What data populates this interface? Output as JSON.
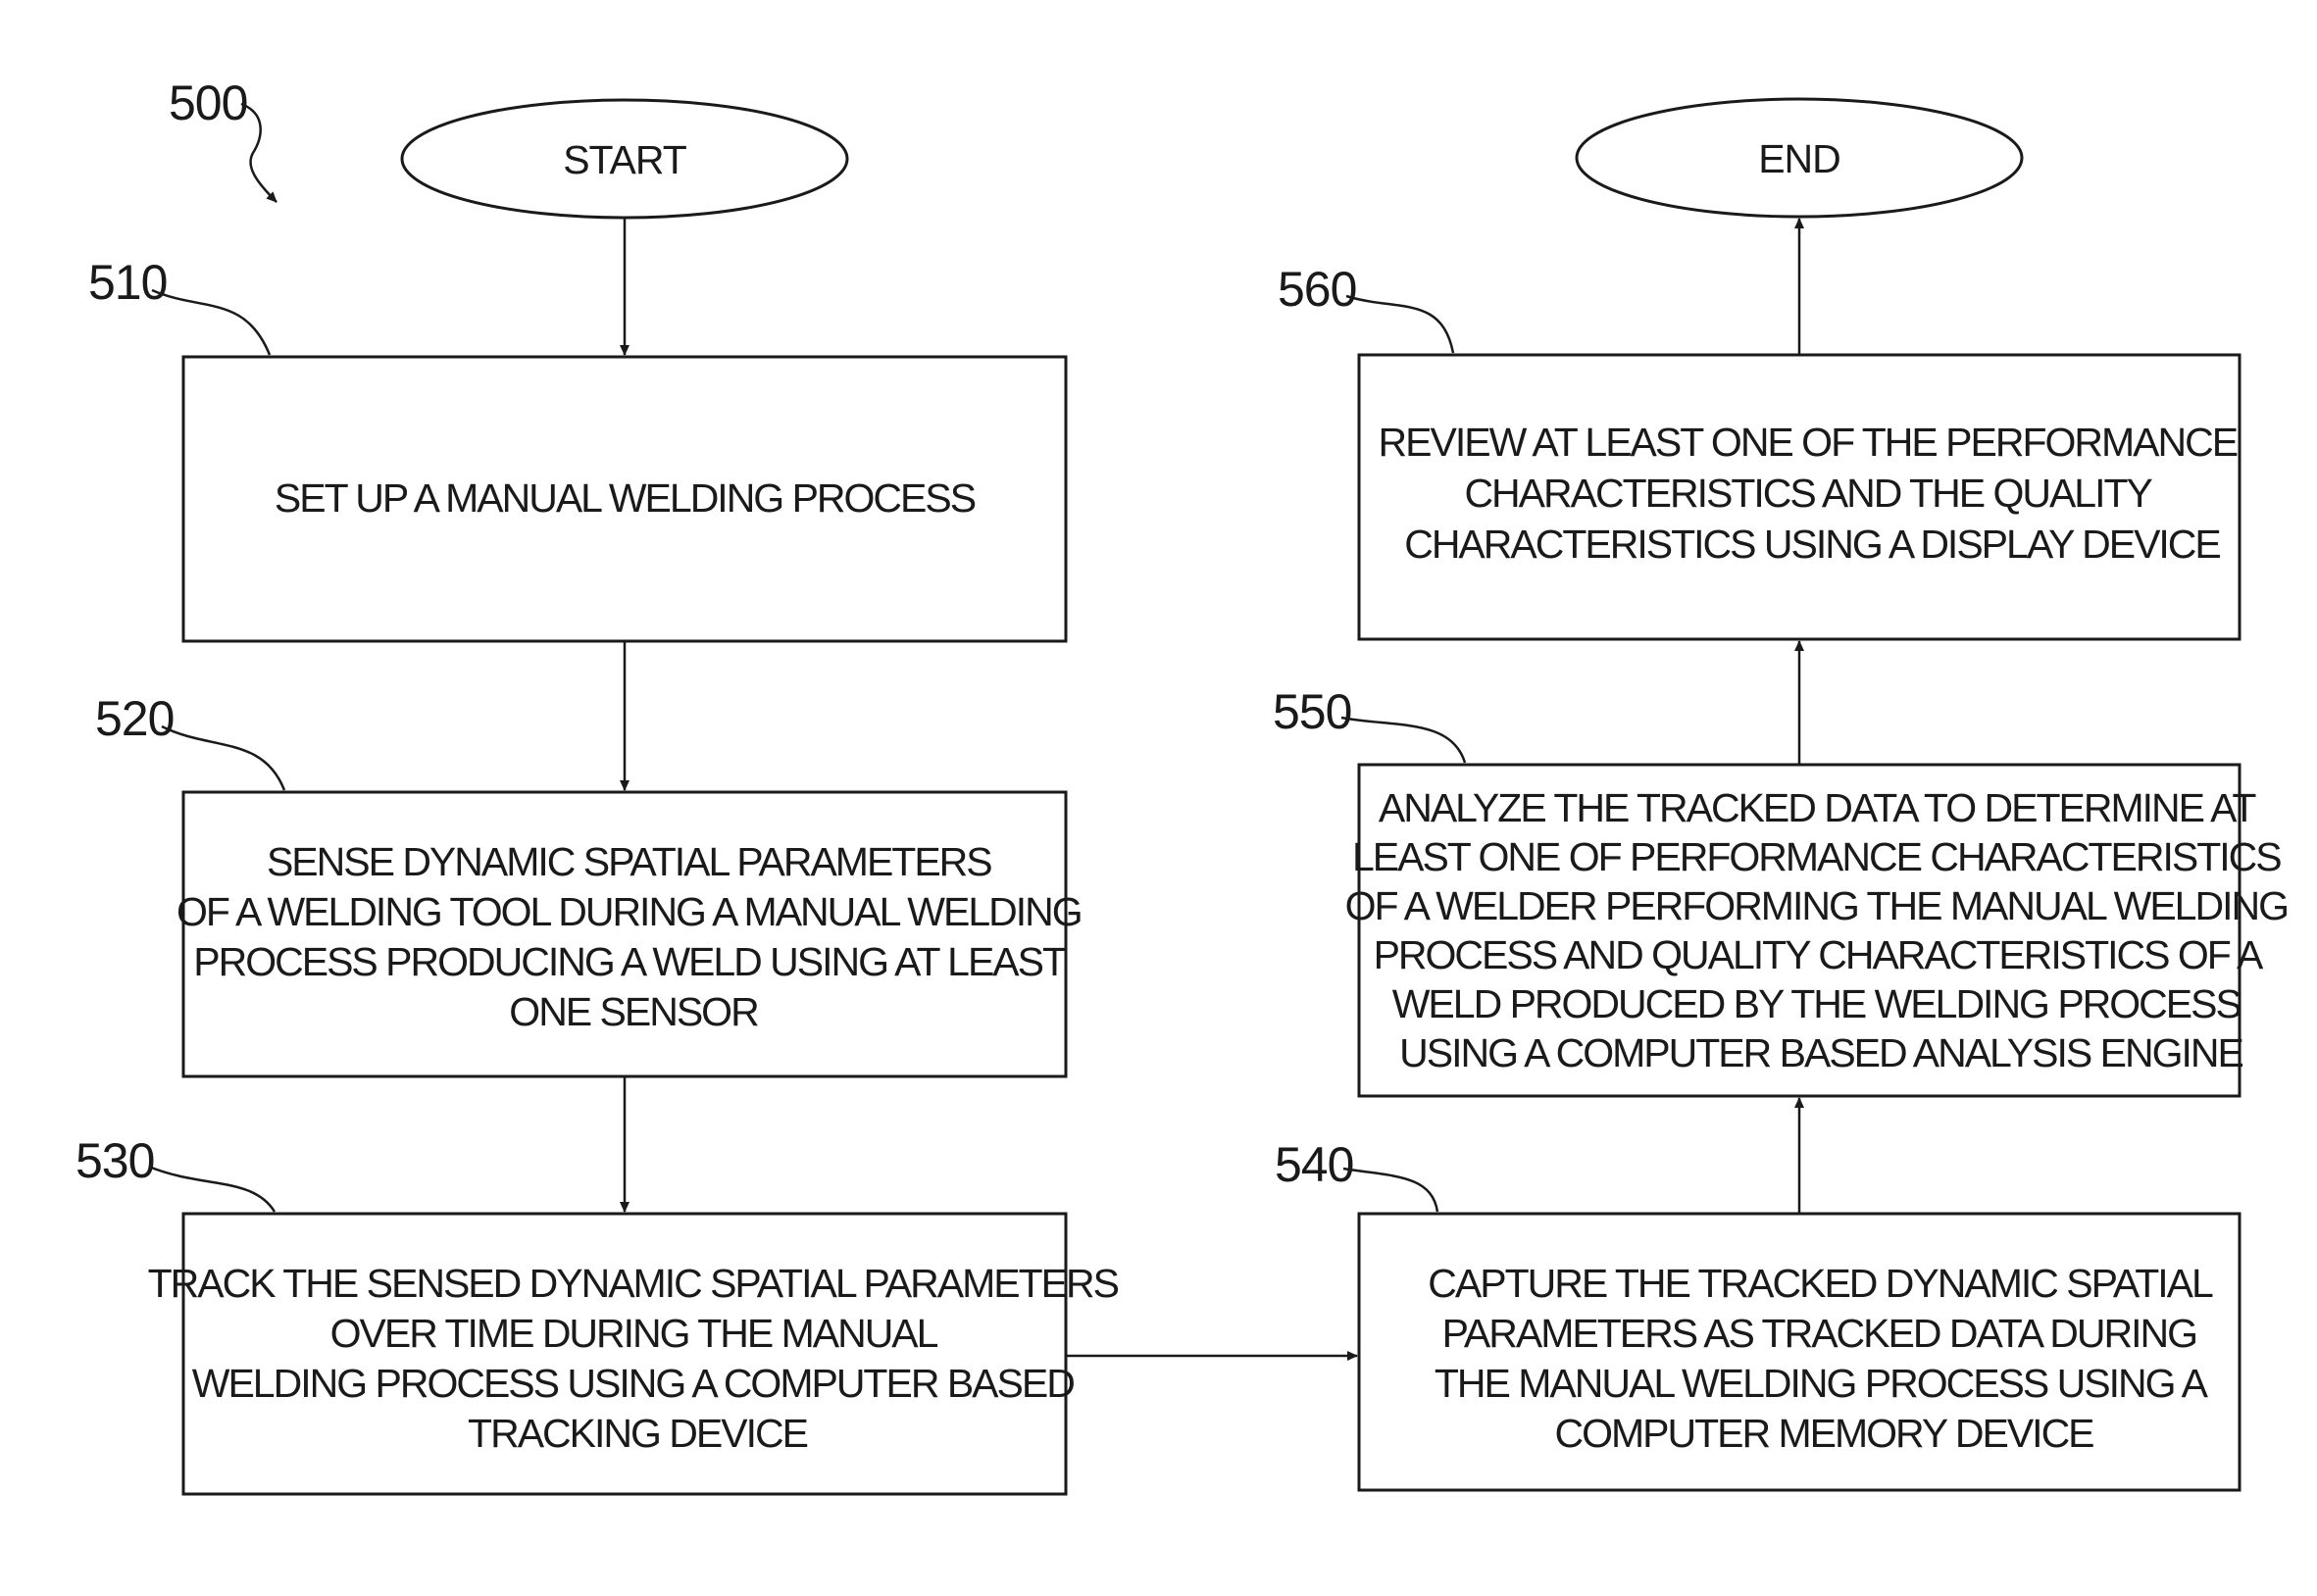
{
  "figure_ref": "500",
  "start_label": "START",
  "end_label": "END",
  "steps": [
    {
      "ref": "510",
      "lines": [
        "SET UP A MANUAL WELDING PROCESS"
      ]
    },
    {
      "ref": "520",
      "lines": [
        "SENSE DYNAMIC SPATIAL PARAMETERS",
        "OF A WELDING TOOL DURING A MANUAL WELDING",
        "PROCESS PRODUCING A WELD USING AT LEAST",
        "ONE SENSOR"
      ]
    },
    {
      "ref": "530",
      "lines": [
        "TRACK THE SENSED DYNAMIC SPATIAL PARAMETERS",
        "OVER TIME DURING THE MANUAL",
        "WELDING PROCESS USING A COMPUTER BASED",
        "TRACKING DEVICE"
      ]
    },
    {
      "ref": "540",
      "lines": [
        "CAPTURE THE TRACKED DYNAMIC SPATIAL",
        "PARAMETERS AS TRACKED DATA DURING",
        "THE MANUAL WELDING PROCESS USING A",
        "COMPUTER MEMORY DEVICE"
      ]
    },
    {
      "ref": "550",
      "lines": [
        "ANALYZE THE TRACKED DATA TO DETERMINE AT",
        "LEAST ONE OF PERFORMANCE CHARACTERISTICS",
        "OF A WELDER PERFORMING THE MANUAL WELDING",
        "PROCESS AND QUALITY CHARACTERISTICS OF A",
        "WELD PRODUCED BY THE WELDING PROCESS",
        "USING A COMPUTER BASED ANALYSIS ENGINE"
      ]
    },
    {
      "ref": "560",
      "lines": [
        "REVIEW AT LEAST ONE OF THE PERFORMANCE",
        "CHARACTERISTICS AND THE QUALITY",
        "CHARACTERISTICS USING A DISPLAY DEVICE"
      ]
    }
  ]
}
